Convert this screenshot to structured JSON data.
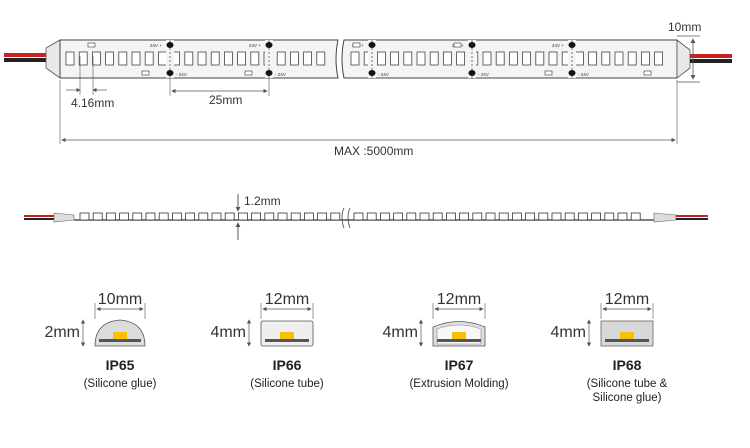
{
  "top_view": {
    "width_label": "10mm",
    "pitch_label": "4.16mm",
    "cut_label": "25mm",
    "length_label": "MAX :5000mm",
    "pad_positive": "24V +",
    "pad_negative": "- 24V"
  },
  "side_view": {
    "thickness_label": "1.2mm"
  },
  "profiles": [
    {
      "ip": "IP65",
      "desc": "(Silicone glue)",
      "width": "10mm",
      "height": "2mm"
    },
    {
      "ip": "IP66",
      "desc": "(Silicone tube)",
      "width": "12mm",
      "height": "4mm"
    },
    {
      "ip": "IP67",
      "desc": "(Extrusion Molding)",
      "width": "12mm",
      "height": "4mm"
    },
    {
      "ip": "IP68",
      "desc": "(Silicone tube &",
      "desc2": "Silicone glue)",
      "width": "12mm",
      "height": "4mm"
    }
  ],
  "colors": {
    "line": "#555555",
    "led": "#f6c200",
    "wire_red": "#cc1f1f",
    "wire_black": "#222222"
  }
}
